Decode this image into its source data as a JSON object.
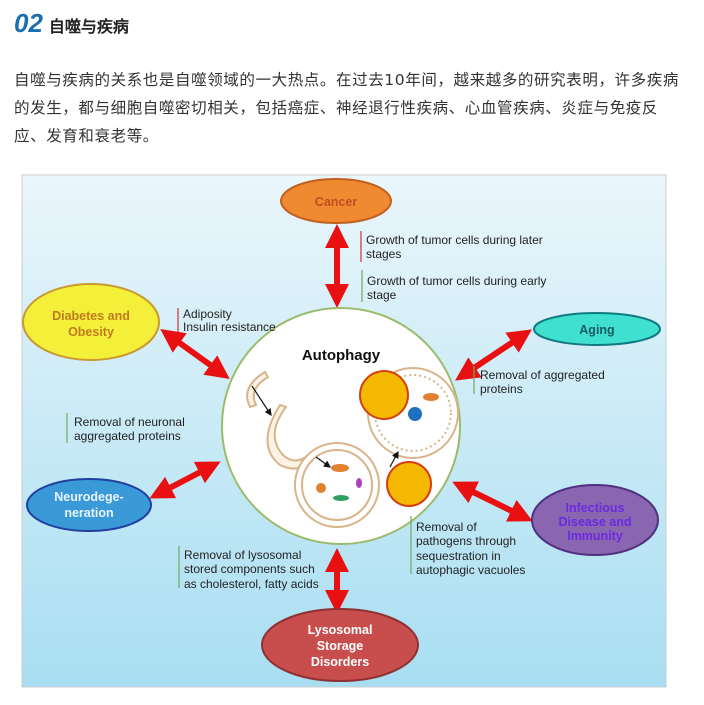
{
  "heading": {
    "number": "02",
    "title": "自噬与疾病"
  },
  "paragraph": "自噬与疾病的关系也是自噬领域的一大热点。在过去10年间，越来越多的研究表明，许多疾病的发生，都与细胞自噬密切相关，包括癌症、神经退行性疾病、心血管疾病、炎症与免疫反应、发育和衰老等。",
  "diagram": {
    "center": "Autophagy",
    "nodes": {
      "cancer": [
        "Cancer"
      ],
      "diabetes": [
        "Diabetes and",
        "Obesity"
      ],
      "aging": [
        "Aging"
      ],
      "neuro": [
        "Neurodege-",
        "neration"
      ],
      "infectious": [
        "Infectious",
        "Disease and",
        "Immunity"
      ],
      "lysosomal": [
        "Lysosomal",
        "Storage",
        "Disorders"
      ]
    },
    "effects": {
      "cancer_later": [
        "Growth of tumor cells during later",
        "stages"
      ],
      "cancer_early": [
        "Growth of tumor cells during early",
        "stage"
      ],
      "diabetes": [
        "Adiposity",
        "Insulin resistance"
      ],
      "aging": [
        "Removal of aggregated",
        "proteins"
      ],
      "neuro": [
        "Removal of neuronal",
        "aggregated proteins"
      ],
      "lysosomal": [
        "Removal of lysosomal",
        "stored components such",
        "as cholesterol, fatty acids"
      ],
      "infectious": [
        "Removal of",
        "pathogens through",
        "sequestration in",
        "autophagic vacuoles"
      ]
    },
    "colors": {
      "arrow": "#e81010",
      "up": "#70a860",
      "down": "#d03030"
    }
  }
}
